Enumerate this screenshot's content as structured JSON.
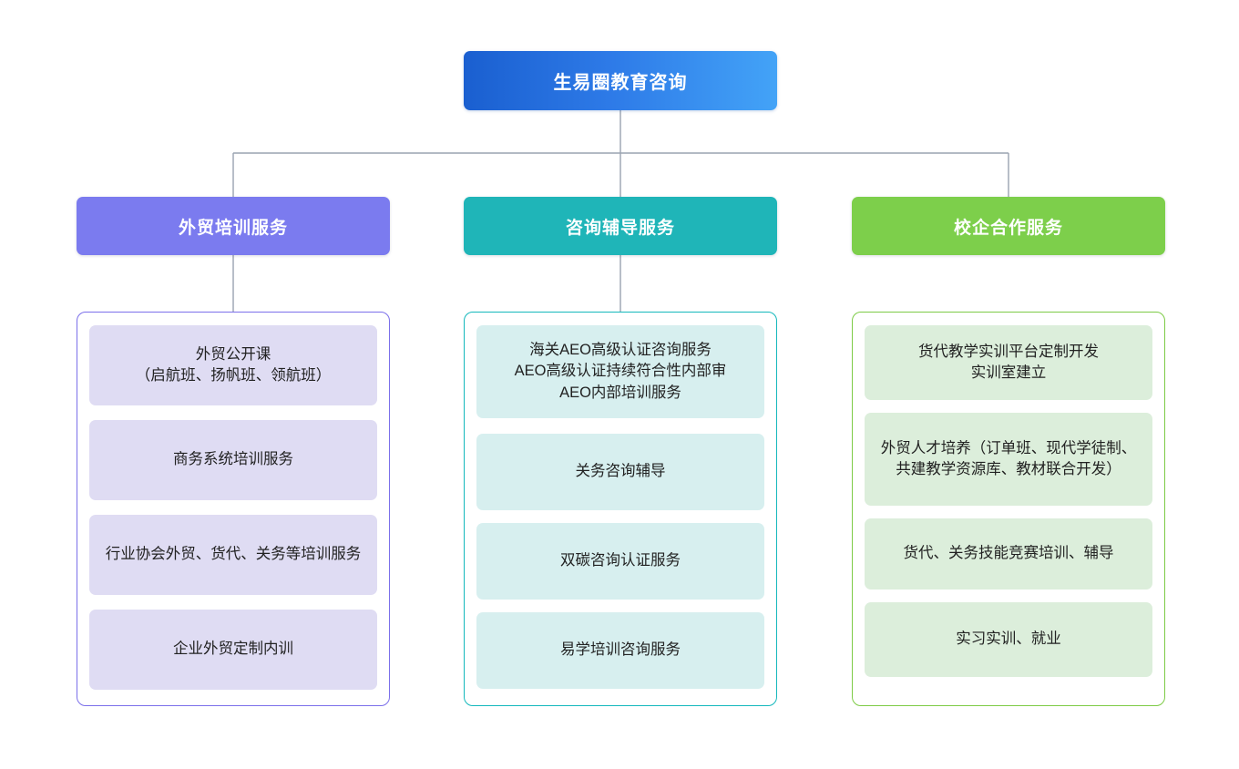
{
  "diagram": {
    "type": "organizational-tree",
    "root": {
      "label": "生易圈教育咨询",
      "color": "#2E7BE8",
      "gradient_from": "#1A5FD0",
      "gradient_to": "#43A3F7"
    },
    "branches": [
      {
        "label": "外贸培训服务",
        "header_color": "#7B7BEF",
        "panel_border_color": "#7B6FEA",
        "leaf_color": "#DFDCF3",
        "items": [
          {
            "label": "外贸公开课\n（启航班、扬帆班、领航班）",
            "height": 88
          },
          {
            "label": "商务系统培训服务",
            "height": 88
          },
          {
            "label": "行业协会外贸、货代、关务等培训服务",
            "height": 88
          },
          {
            "label": "企业外贸定制内训",
            "height": 88
          }
        ]
      },
      {
        "label": "咨询辅导服务",
        "header_color": "#1FB5B8",
        "panel_border_color": "#14B8BC",
        "leaf_color": "#D7EFEF",
        "items": [
          {
            "label": "海关AEO高级认证咨询服务\nAEO高级认证持续符合性内部审\nAEO内部培训服务",
            "height": 102
          },
          {
            "label": "关务咨询辅导",
            "height": 84
          },
          {
            "label": "双碳咨询认证服务",
            "height": 84
          },
          {
            "label": "易学培训咨询服务",
            "height": 84
          }
        ]
      },
      {
        "label": "校企合作服务",
        "header_color": "#7DCF4B",
        "panel_border_color": "#7DCB46",
        "leaf_color": "#DCEEDB",
        "items": [
          {
            "label": "货代教学实训平台定制开发\n实训室建立",
            "height": 82
          },
          {
            "label": "外贸人才培养（订单班、现代学徒制、共建教学资源库、教材联合开发）",
            "height": 102
          },
          {
            "label": "货代、关务技能竞赛培训、辅导",
            "height": 78
          },
          {
            "label": "实习实训、就业",
            "height": 82
          }
        ]
      }
    ],
    "connector_color": "#9aa3b0"
  }
}
